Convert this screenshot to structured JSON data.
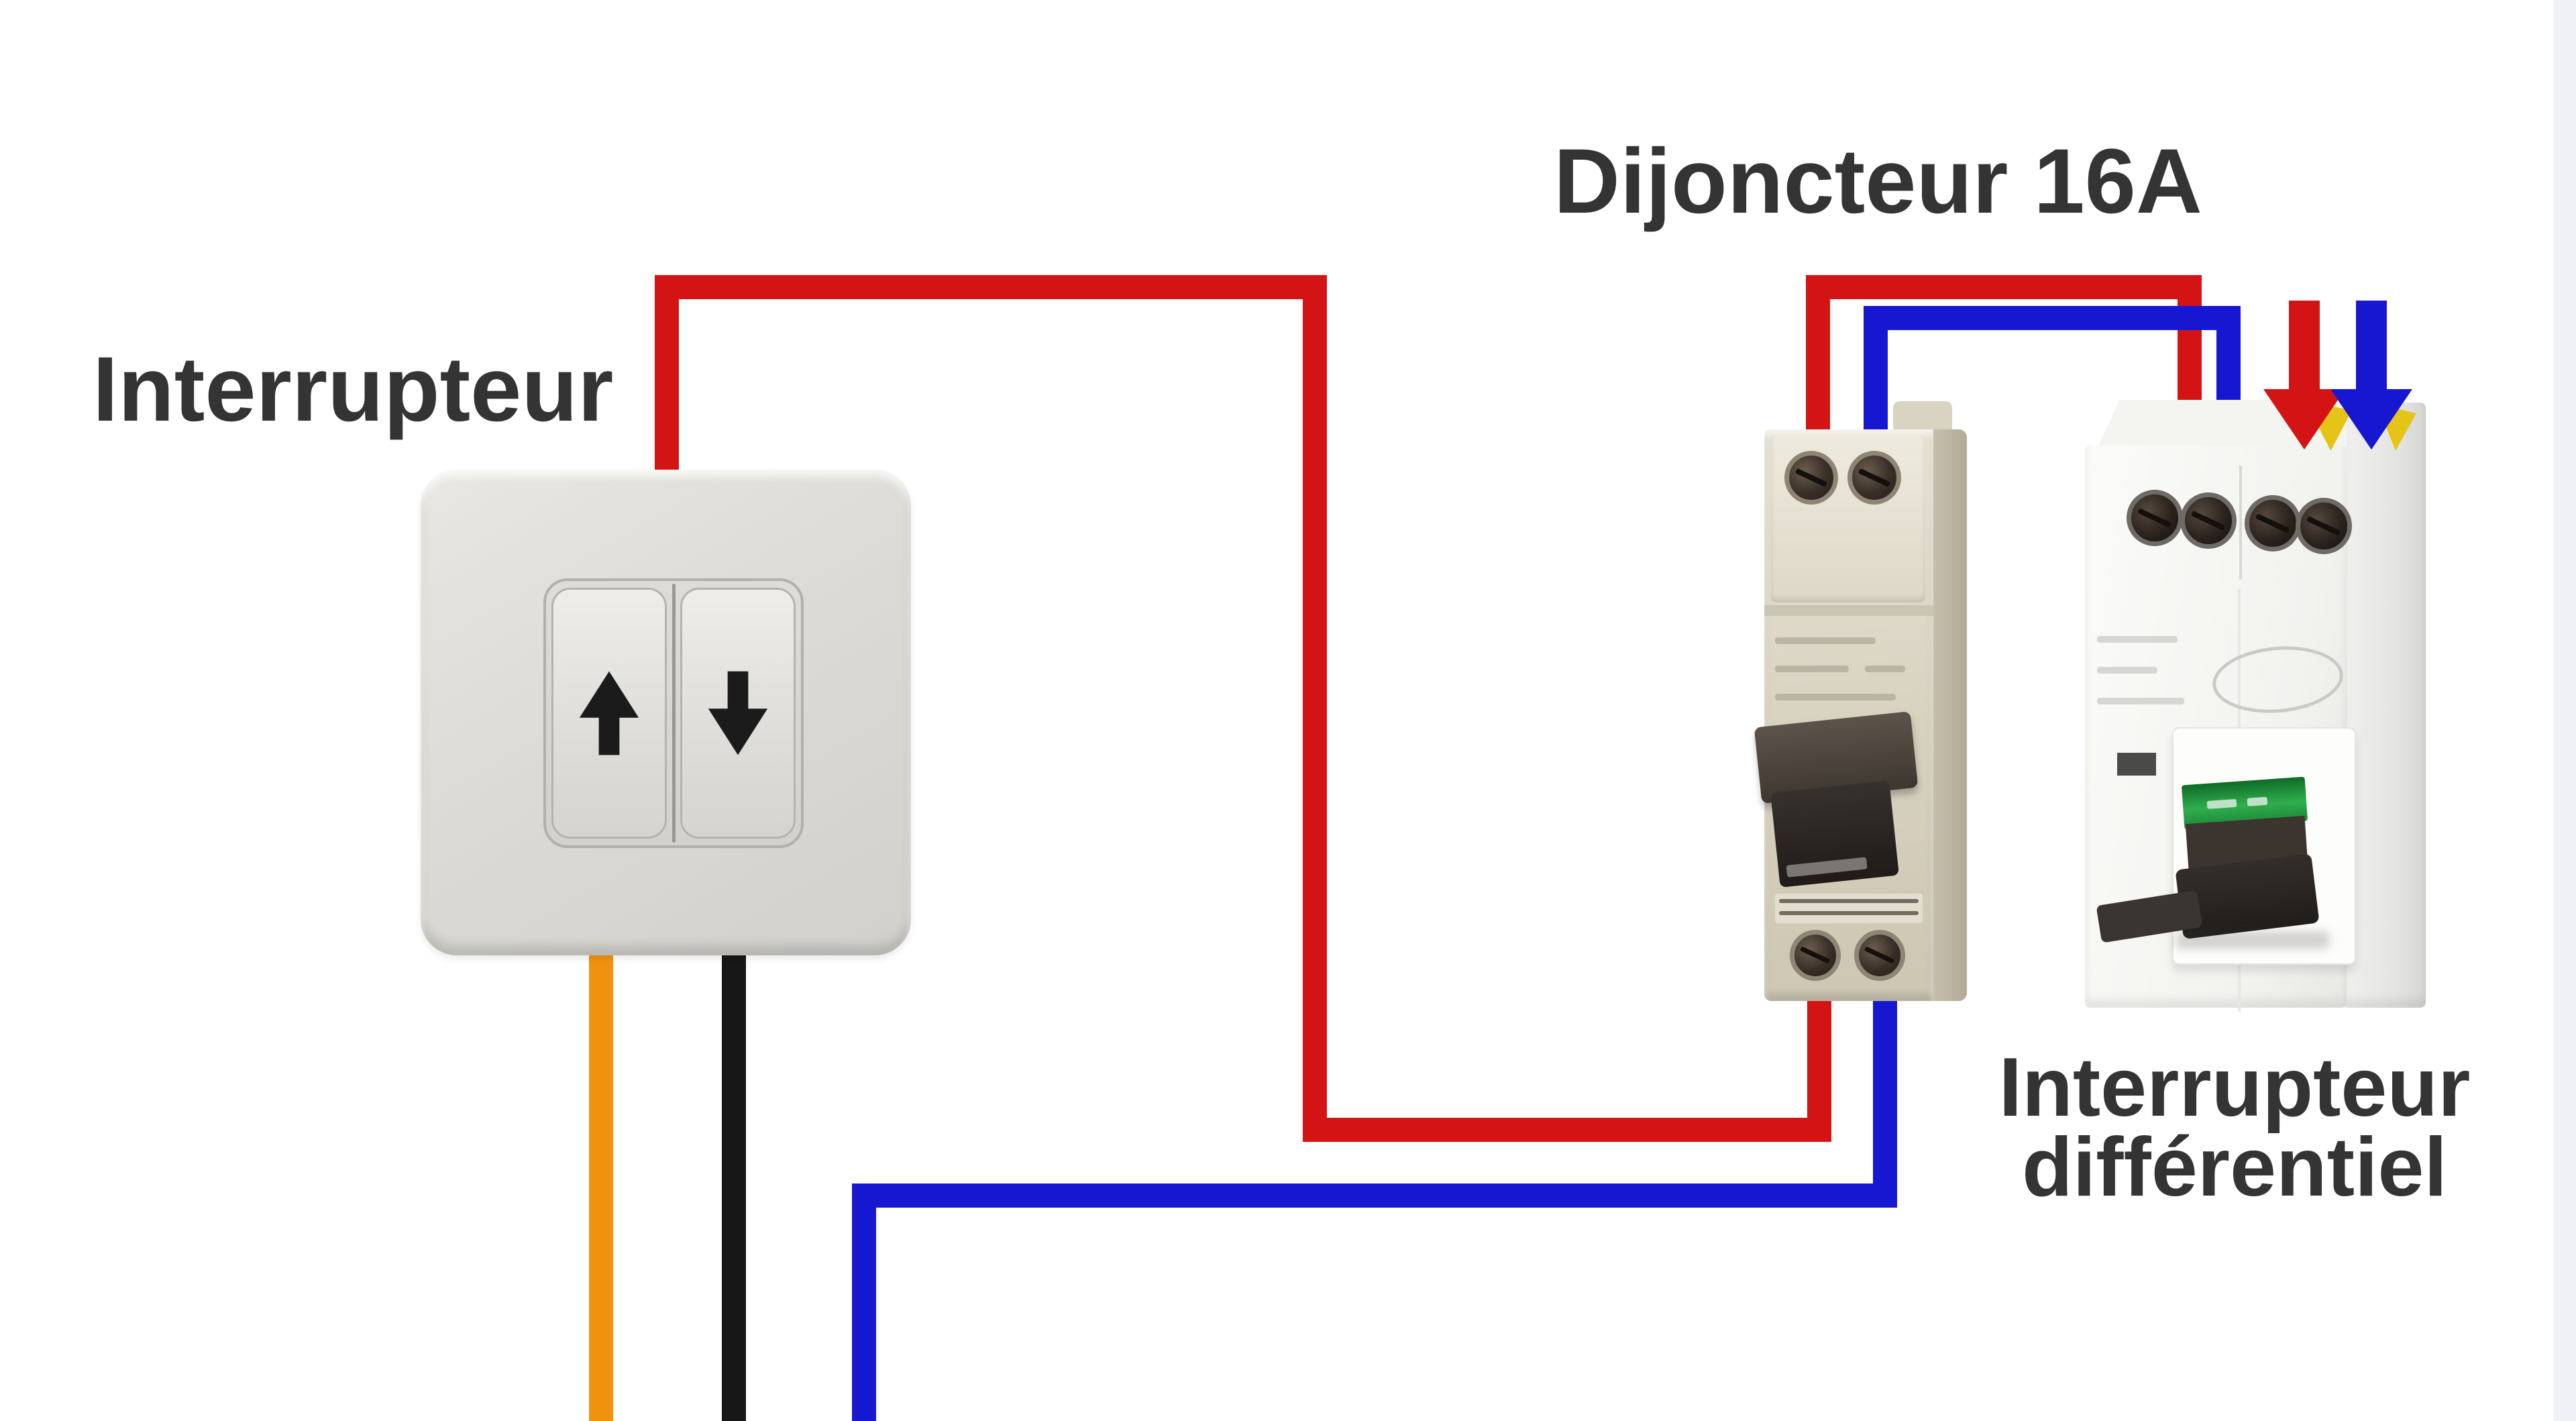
{
  "labels": {
    "switch": "Interrupteur",
    "breaker": "Dijoncteur 16A",
    "differential_line1": "Interrupteur",
    "differential_line2": "différentiel"
  },
  "colors": {
    "live_wire_red": "#d41414",
    "neutral_wire_blue": "#1717d2",
    "switch_return_orange": "#f0920e",
    "switch_return_black": "#171717",
    "label_text": "#343434",
    "terminal_marker_yellow": "#e5c418",
    "differential_toggle_green": "#2fae4e",
    "page_edge_gray": "#f0f1f4"
  },
  "components": {
    "wall_switch": {
      "name": "Interrupteur",
      "buttons": [
        "up-arrow rocker",
        "down-arrow rocker"
      ]
    },
    "circuit_breaker": {
      "name": "Dijoncteur 16A",
      "terminals_top": 2,
      "terminals_bottom": 2
    },
    "differential_switch": {
      "name": "Interrupteur différentiel",
      "terminals_top": 4
    }
  },
  "icons": {
    "switch_up_arrow": "up-arrow",
    "switch_down_arrow": "down-arrow",
    "supply_live_arrow": "down-arrow-red",
    "supply_neutral_arrow": "down-arrow-blue"
  }
}
